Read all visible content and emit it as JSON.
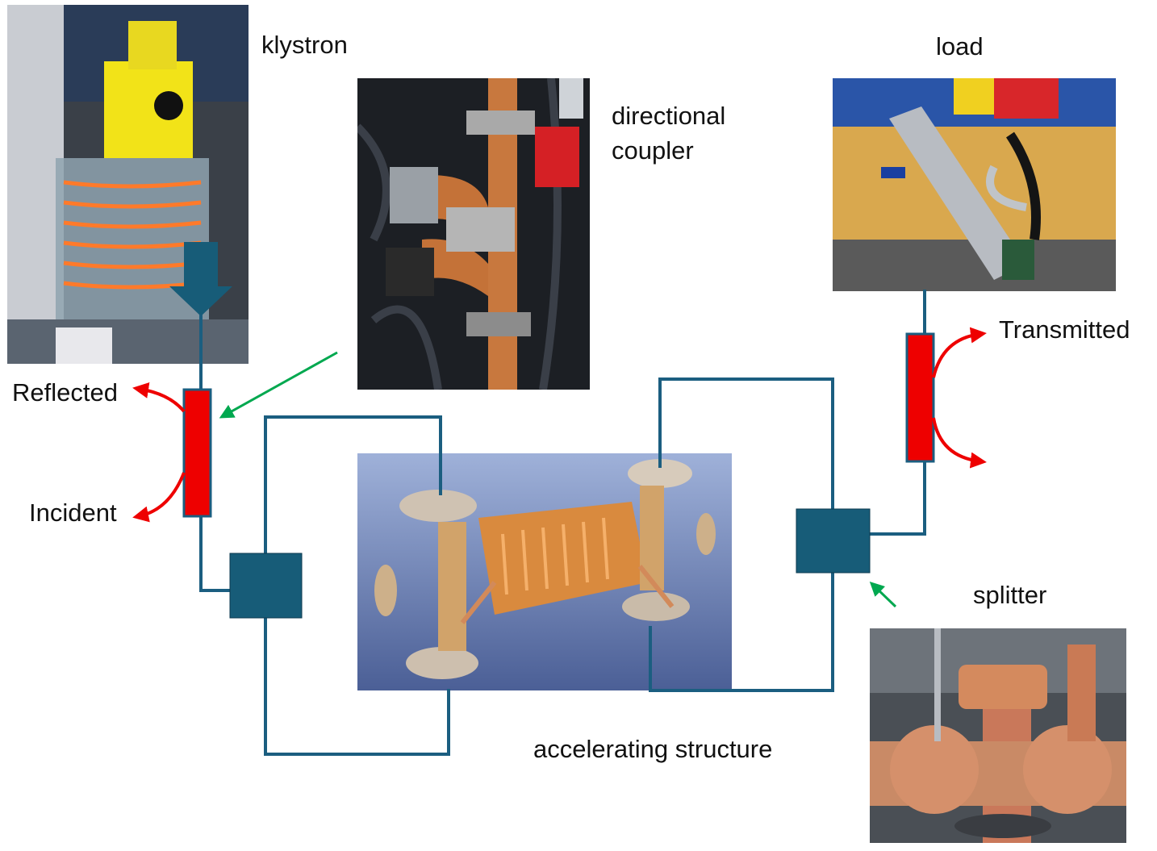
{
  "labels": {
    "klystron": "klystron",
    "directional_coupler_line1": "directional",
    "directional_coupler_line2": "coupler",
    "load": "load",
    "transmitted": "Transmitted",
    "reflected": "Reflected",
    "incident": "Incident",
    "splitter": "splitter",
    "accelerating_structure": "accelerating structure"
  },
  "colors": {
    "waveguide_line": "#1b5e80",
    "block_fill": "#175c78",
    "coupler_fill": "#ee0000",
    "signal_arrow": "#ee0000",
    "pointer_arrow": "#00a84f",
    "copper": "#c8783e"
  }
}
